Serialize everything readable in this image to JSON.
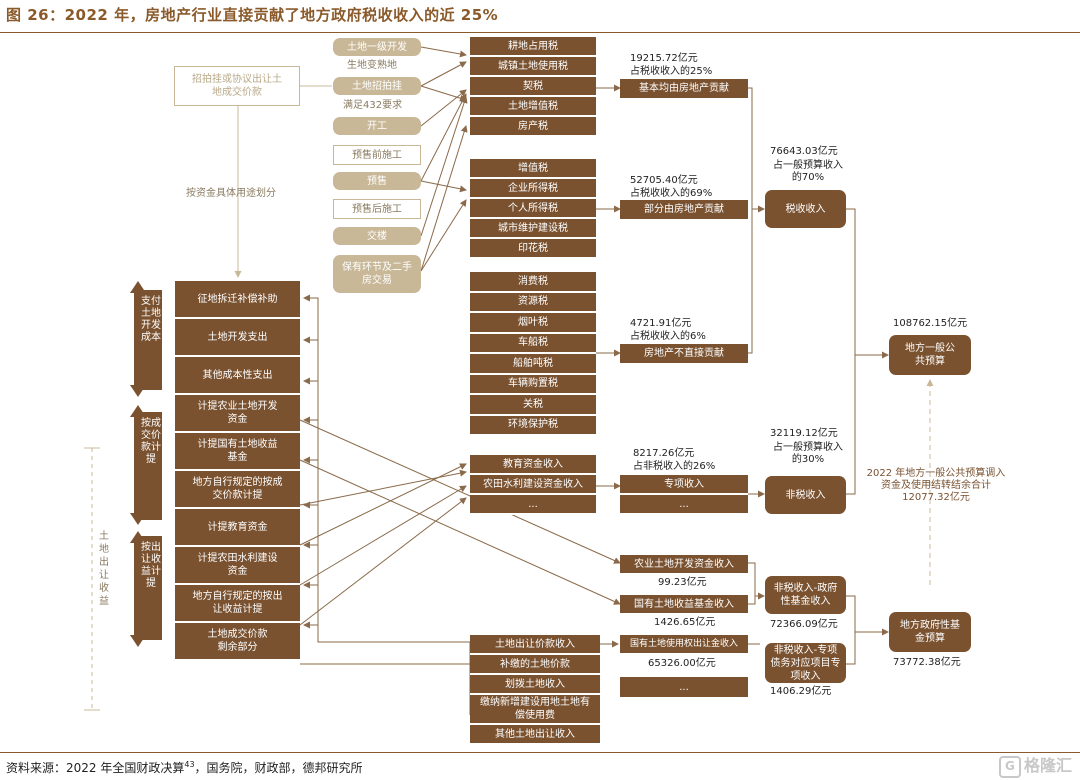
{
  "title": "图 26：2022 年，房地产行业直接贡献了地方政府税收收入的近 25%",
  "source": {
    "text": "资料来源：2022 年全国财政决算",
    "sup": "43",
    "rest": "，国务院，财政部，德邦研究所"
  },
  "watermark": {
    "text": "格隆汇"
  },
  "colors": {
    "dark": "#7a5230",
    "light": "#c9b898",
    "title": "#8b5a2b"
  },
  "lifecycle": [
    {
      "label": "土地一级开发",
      "style": "light"
    },
    {
      "label": "生地变熟地",
      "style": "note"
    },
    {
      "label": "土地招拍挂",
      "style": "light"
    },
    {
      "label": "满足432要求",
      "style": "note"
    },
    {
      "label": "开工",
      "style": "light"
    },
    {
      "label": "预售前施工",
      "style": "outline"
    },
    {
      "label": "预售",
      "style": "light"
    },
    {
      "label": "预售后施工",
      "style": "outline"
    },
    {
      "label": "交楼",
      "style": "light"
    },
    {
      "label": "保有环节及二手房交易",
      "style": "light"
    }
  ],
  "sale_note": "招拍挂或协议出让土地成交价款",
  "allocation_note": "按资金具体用途划分",
  "uses": [
    "征地拆迁补偿补助",
    "土地开发支出",
    "其他成本性支出",
    "计提农业土地开发资金",
    "计提国有土地收益基金",
    "地方自行规定的按成交价款计提",
    "计提教育资金",
    "计提农田水利建设资金",
    "地方自行规定的按出让收益计提",
    "土地成交价款剩余部分"
  ],
  "brackets": {
    "cost": "支付土地开发成本",
    "price": "按成交价款计提",
    "income": "按出让收益计提",
    "outer": "土地出让收益"
  },
  "tax_groups": [
    {
      "items": [
        "耕地占用税",
        "城镇土地使用税",
        "契税",
        "土地增值税",
        "房产税"
      ],
      "total": "基本均由房地产贡献",
      "amount": "19215.72亿元",
      "share": "占税收收入的25%"
    },
    {
      "items": [
        "增值税",
        "企业所得税",
        "个人所得税",
        "城市维护建设税",
        "印花税"
      ],
      "total": "部分由房地产贡献",
      "amount": "52705.40亿元",
      "share": "占税收收入的69%"
    },
    {
      "items": [
        "消费税",
        "资源税",
        "烟叶税",
        "车船税",
        "船舶吨税",
        "车辆购置税",
        "关税",
        "环境保护税"
      ],
      "total": "房地产不直接贡献",
      "amount": "4721.91亿元",
      "share": "占税收收入的6%"
    }
  ],
  "nontax": {
    "items": [
      "教育资金收入",
      "农田水利建设资金收入",
      "..."
    ],
    "special": [
      "专项收入",
      "..."
    ],
    "amount": "8217.26亿元",
    "share": "占非税收入的26%"
  },
  "tax_revenue": {
    "label": "税收收入",
    "amount": "76643.03亿元",
    "share": "占一般预算收入的70%"
  },
  "nontax_revenue": {
    "label": "非税收入",
    "amount": "32119.12亿元",
    "share": "占一般预算收入的30%"
  },
  "general_budget": {
    "label": "地方一般公共预算",
    "amount": "108762.15亿元"
  },
  "transfer_note": "2022 年地方一般公共预算调入资金及使用结转结余合计12077.32亿元",
  "gov_funds_small": [
    {
      "label": "农业土地开发资金收入",
      "amount": "99.23亿元"
    },
    {
      "label": "国有土地收益基金收入",
      "amount": "1426.65亿元"
    }
  ],
  "land_sale_items": [
    "土地出让价款收入",
    "补缴的土地价款",
    "划拨土地收入",
    "缴纳新增建设用地土地有偿使用费",
    "其他土地出让收入"
  ],
  "land_use_right": {
    "label": "国有土地使用权出让金收入",
    "amount": "65326.00亿元",
    "more": "..."
  },
  "gov_fund_nontax": {
    "label": "非税收入-政府性基金收入",
    "amount": "72366.09亿元"
  },
  "special_debt": {
    "label": "非税收入-专项债务对应项目专项收入",
    "amount": "1406.29亿元"
  },
  "gov_fund_budget": {
    "label": "地方政府性基金预算",
    "amount": "73772.38亿元"
  }
}
